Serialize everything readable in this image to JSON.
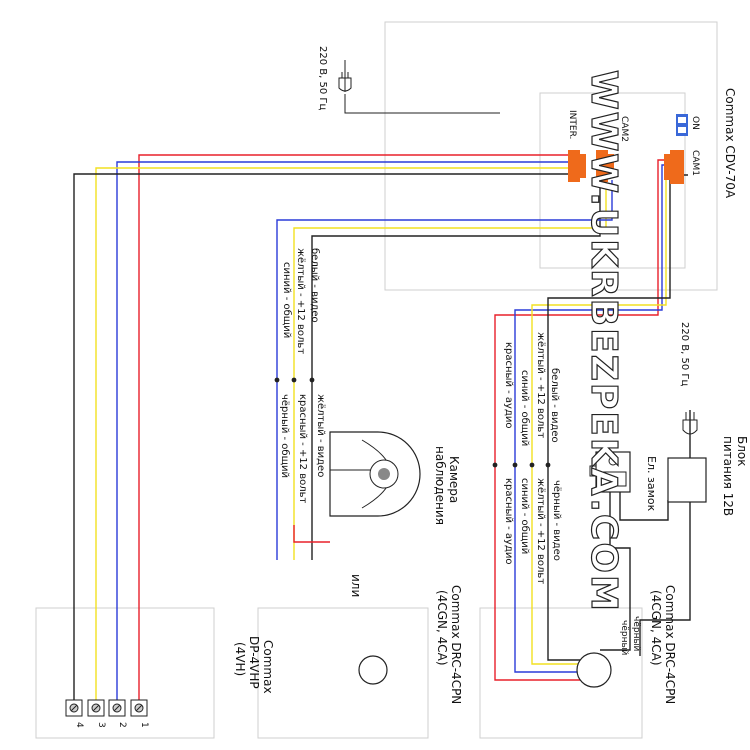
{
  "colors": {
    "red": "#e8202a",
    "yellow": "#f2e021",
    "blue": "#2a3bd8",
    "black": "#222222",
    "connector": "#ef6a1b",
    "dip": "#3a68d8"
  },
  "watermark": "WWW.UKRBEZPEKA.COM",
  "main_unit": {
    "title": "Commax CDV-70A",
    "power": "220 В, 50 Гц",
    "dip_on": "ON",
    "port_cam1": "CAM1",
    "port_cam2": "CAM2",
    "port_inter": "INTER."
  },
  "psu": {
    "title_line1": "Блок",
    "title_line2": "питания 12В",
    "power": "220 В, 50 Гц"
  },
  "lock": {
    "label": "Ел. замок"
  },
  "camera": {
    "title_line1": "Камера",
    "title_line2": "наблюдения",
    "legend": [
      "белый - видео",
      "жёлтый - +12 вольт",
      "синий - общий"
    ],
    "wires": [
      "жёлтый - видео",
      "красный - +12 вольт",
      "чёрный - общий"
    ],
    "or": "или"
  },
  "cam1_cable": {
    "legend": [
      "белый - видео",
      "жёлтый - +12 вольт",
      "синий - общий",
      "красный - аудио"
    ],
    "wires": [
      "чёрный - видео",
      "жёлтый - +12 вольт",
      "синий - общий",
      "красный - аудио"
    ]
  },
  "door_station_1": {
    "title_line1": "Commax DRC-4CPN",
    "title_line2": "(4CGN, 4CA)",
    "wire_label_1": "чёрный",
    "wire_label_2": "чёрный"
  },
  "door_station_2": {
    "title_line1": "Commax DRC-4CPN",
    "title_line2": "(4CGN, 4CA)"
  },
  "interphone": {
    "title_line1": "Commax",
    "title_line2": "DP-4VHP",
    "title_line3": "(4VH)",
    "terminals": [
      "1",
      "2",
      "3",
      "4"
    ]
  }
}
